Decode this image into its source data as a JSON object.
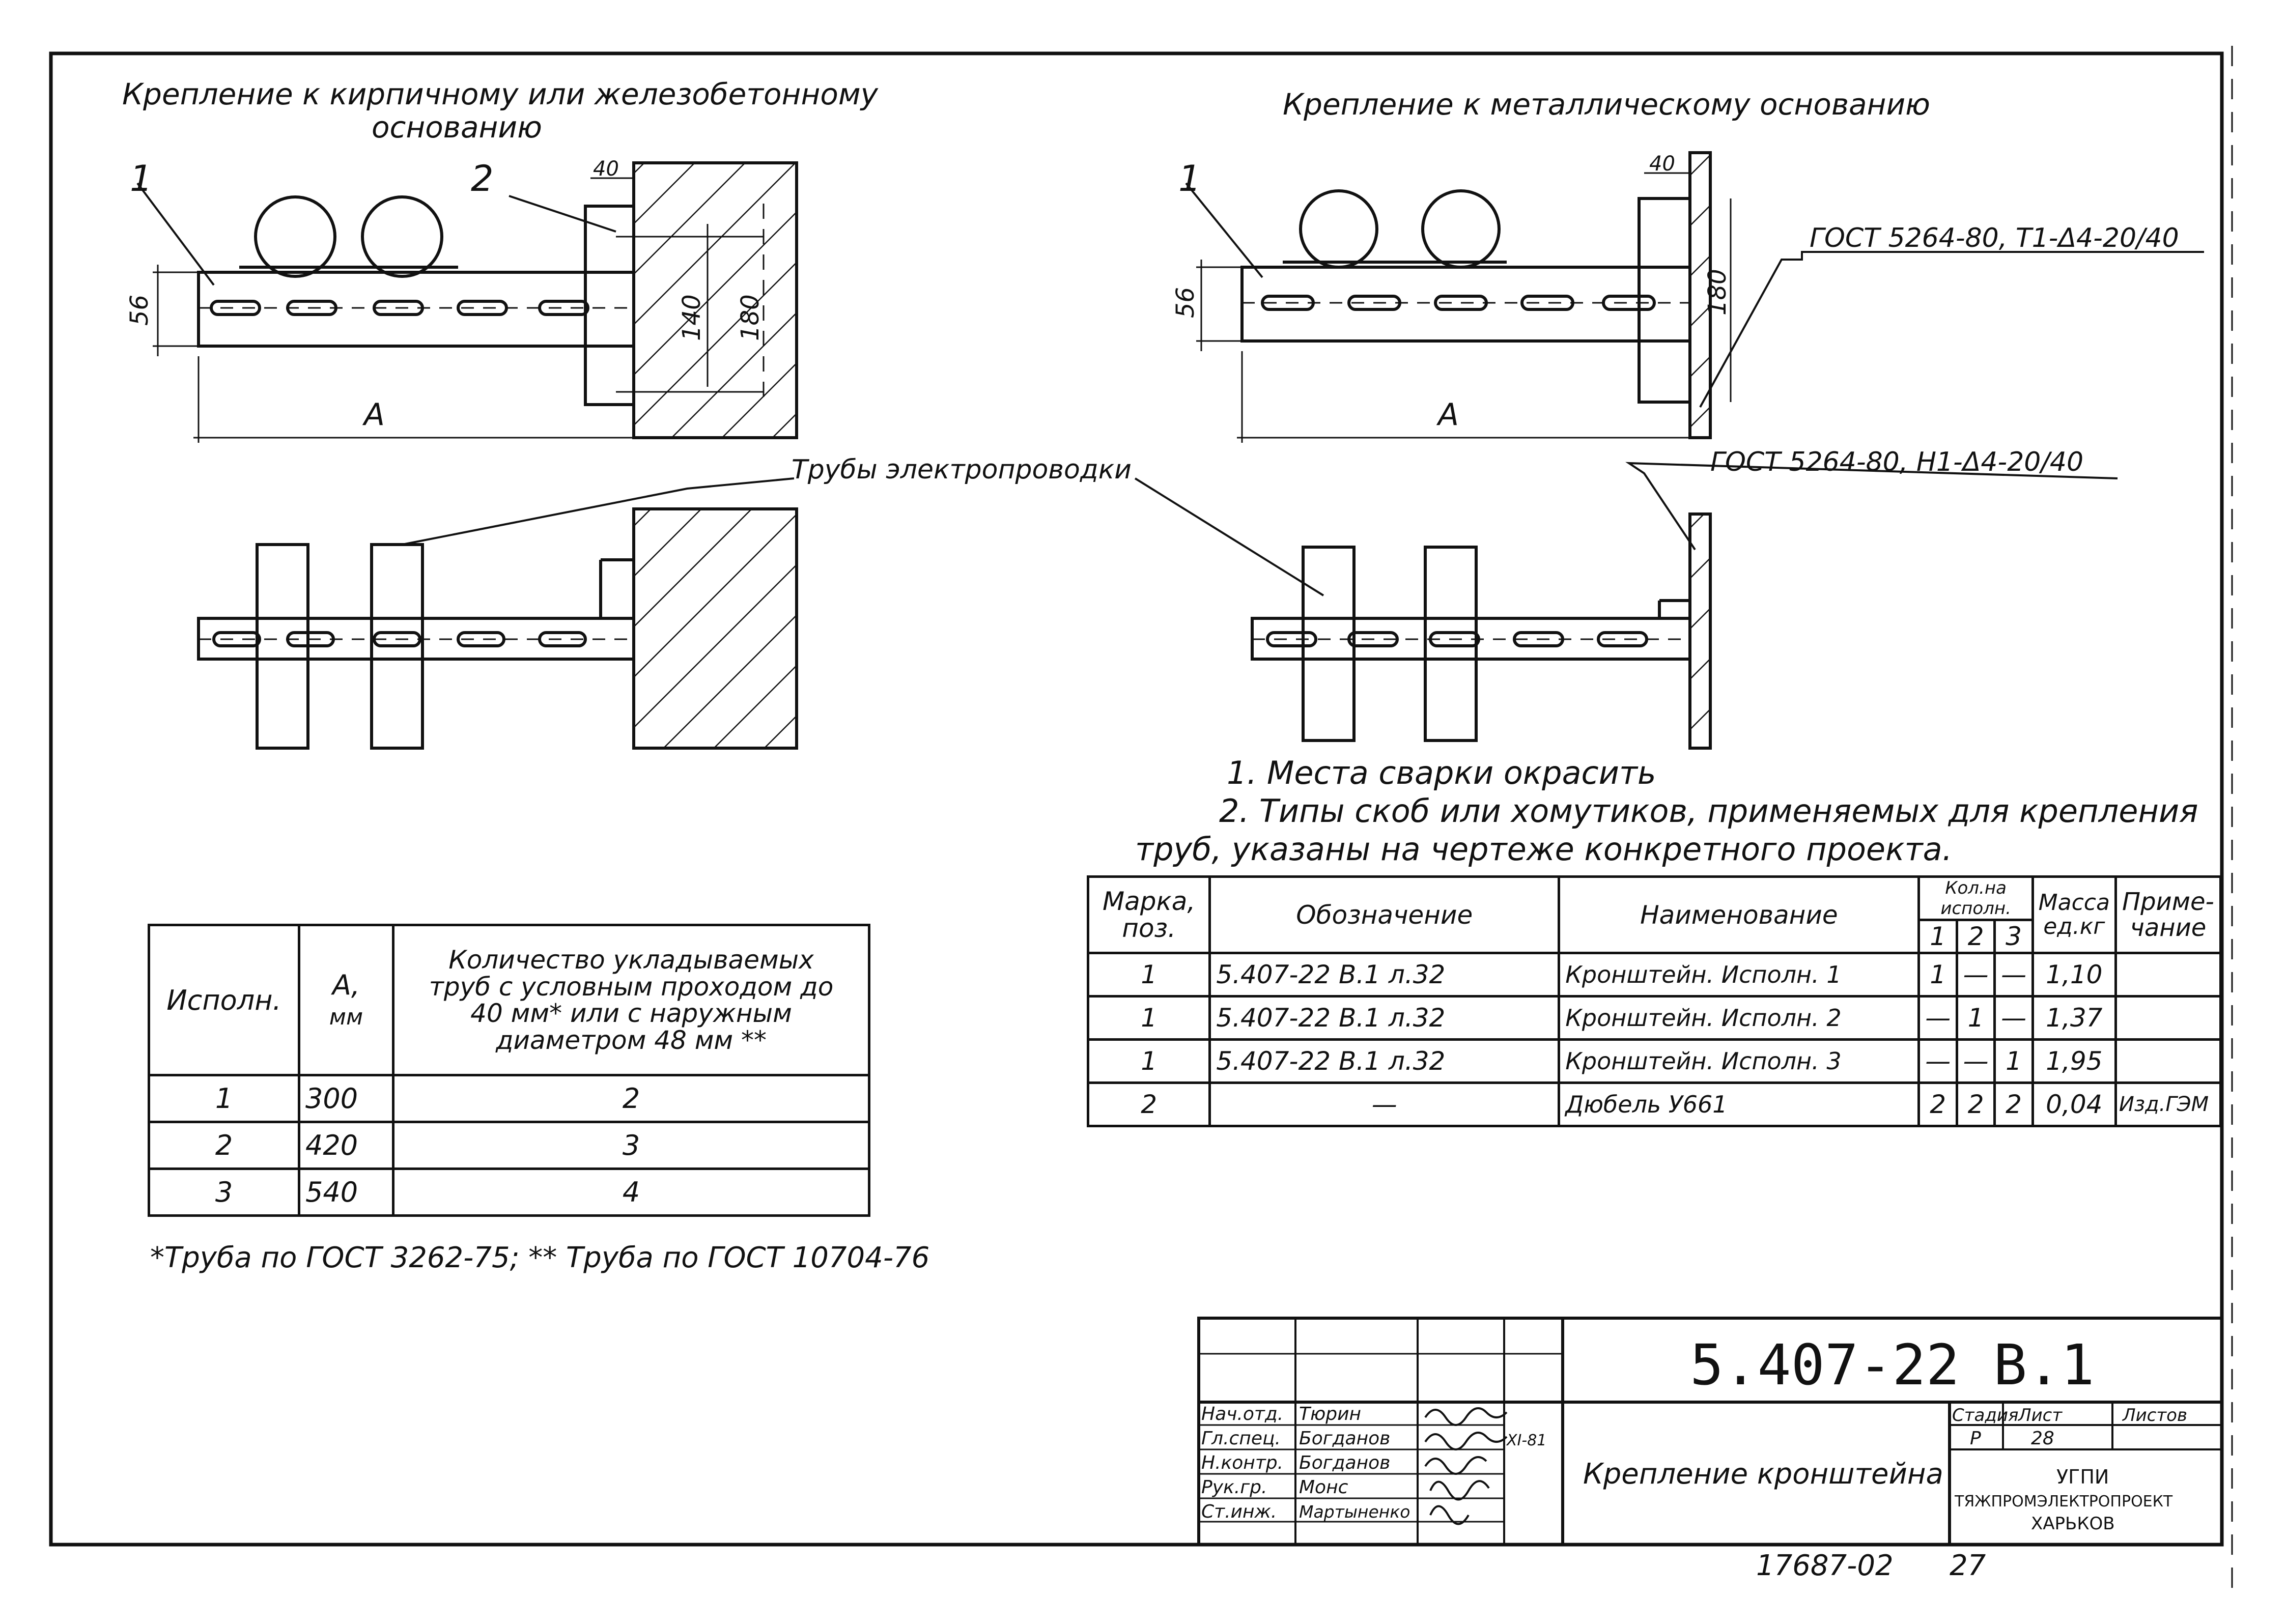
{
  "drawing": {
    "left_title_line1": "Крепление к кирпичному или железобетонному",
    "left_title_line2": "основанию",
    "right_title": "Крепление к металлическому основанию",
    "pos_1": "1",
    "pos_2": "2",
    "dim_40": "40",
    "dim_56": "56",
    "dim_140": "140",
    "dim_180": "180",
    "dim_A": "A",
    "weld_top": "ГОСТ 5264-80, Т1-Δ4-20/40",
    "weld_bottom": "ГОСТ 5264-80, Н1-Δ4-20/40",
    "pipes_label": "Трубы электропроводки"
  },
  "notes": {
    "note1": "1. Места сварки окрасить",
    "note2_line1": "2. Типы скоб или хомутиков, применяемых для крепления",
    "note2_line2": "труб, указаны на чертеже конкретного проекта."
  },
  "variants_table": {
    "headers": {
      "variant": "Исполн.",
      "a_line1": "А,",
      "a_line2": "мм",
      "qty_line1": "Количество укладываемых",
      "qty_line2": "труб с условным проходом до",
      "qty_line3": "40 мм* или с наружным",
      "qty_line4": "диаметром 48 мм **"
    },
    "rows": [
      {
        "variant": "1",
        "a": "300",
        "qty": "2"
      },
      {
        "variant": "2",
        "a": "420",
        "qty": "3"
      },
      {
        "variant": "3",
        "a": "540",
        "qty": "4"
      }
    ],
    "footnote": "*Труба по ГОСТ 3262-75; ** Труба по ГОСТ 10704-76"
  },
  "spec_table": {
    "headers": {
      "mark_line1": "Марка,",
      "mark_line2": "поз.",
      "designation": "Обозначение",
      "name": "Наименование",
      "qty": "Кол.на исполн.",
      "q1": "1",
      "q2": "2",
      "q3": "3",
      "mass_line1": "Масса",
      "mass_line2": "ед.кг",
      "note_line1": "Приме-",
      "note_line2": "чание"
    },
    "rows": [
      {
        "mark": "1",
        "designation": "5.407-22 В.1 л.32",
        "name": "Кронштейн. Исполн. 1",
        "q1": "1",
        "q2": "—",
        "q3": "—",
        "mass": "1,10",
        "note": ""
      },
      {
        "mark": "1",
        "designation": "5.407-22 В.1 л.32",
        "name": "Кронштейн. Исполн. 2",
        "q1": "—",
        "q2": "1",
        "q3": "—",
        "mass": "1,37",
        "note": ""
      },
      {
        "mark": "1",
        "designation": "5.407-22 В.1 л.32",
        "name": "Кронштейн. Исполн. 3",
        "q1": "—",
        "q2": "—",
        "q3": "1",
        "mass": "1,95",
        "note": ""
      },
      {
        "mark": "2",
        "designation": "—",
        "name": "Дюбель У661",
        "q1": "2",
        "q2": "2",
        "q3": "2",
        "mass": "0,04",
        "note": "Изд.ГЭМ"
      }
    ]
  },
  "title_block": {
    "code": "5.407-22 В.1",
    "stage_header": "Стадия",
    "sheet_header": "Лист",
    "sheets_header": "Листов",
    "stage": "Р",
    "sheet": "28",
    "sheets": "",
    "title": "Крепление кронштейна",
    "org_line1": "УГПИ",
    "org_line2": "ТЯЖПРОМЭЛЕКТРОПРОЕКТ",
    "org_line3": "ХАРЬКОВ",
    "date": "XI-81",
    "signatures": [
      {
        "role": "Нач.отд.",
        "name": "Тюрин"
      },
      {
        "role": "Гл.спец.",
        "name": "Богданов"
      },
      {
        "role": "Н.контр.",
        "name": "Богданов"
      },
      {
        "role": "Рук.гр.",
        "name": "Монс"
      },
      {
        "role": "Ст.инж.",
        "name": "Мартыненко"
      }
    ]
  },
  "archive_number": "17687-02",
  "archive_page": "27"
}
